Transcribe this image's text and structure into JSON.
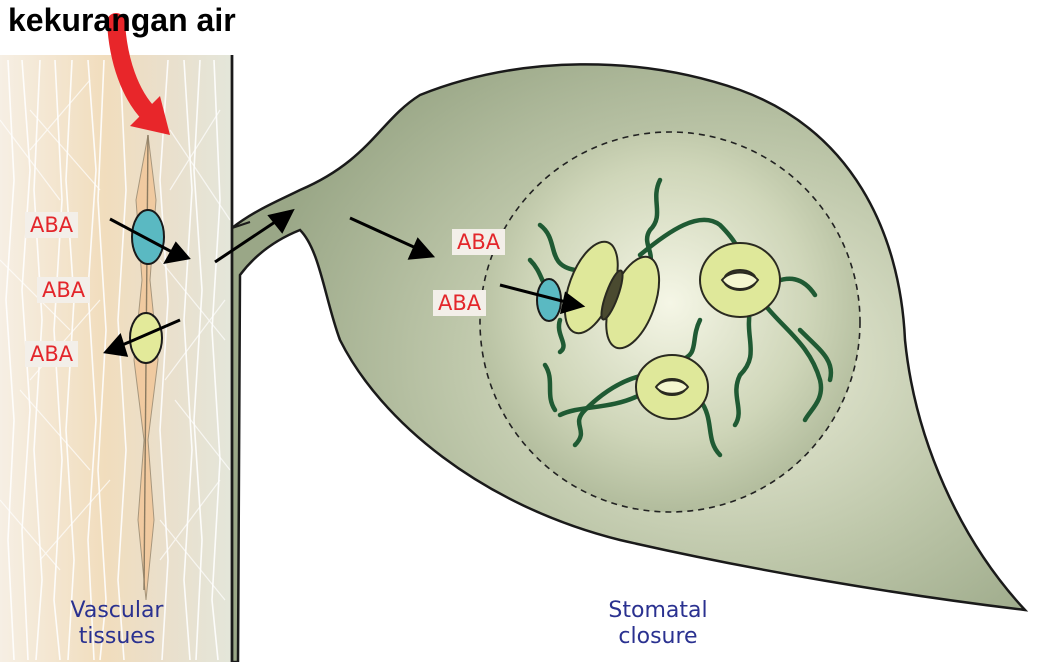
{
  "title": "kekurangan air",
  "aba_label": "ABA",
  "captions": {
    "vascular_line1": "Vascular",
    "vascular_line2": "tissues",
    "stomatal_line1": "Stomatal",
    "stomatal_line2": "closure"
  },
  "colors": {
    "title": "#000000",
    "aba_text": "#e3262b",
    "aba_box": "#f3efe9",
    "caption": "#2a3190",
    "drought_arrow": "#e8262a",
    "leaf": "#a9b595",
    "stomata": "#dfe89a",
    "vein": "#1f5a33",
    "transporter_blue": "#5ab9c2",
    "transporter_yellow": "#e3ea9a"
  }
}
